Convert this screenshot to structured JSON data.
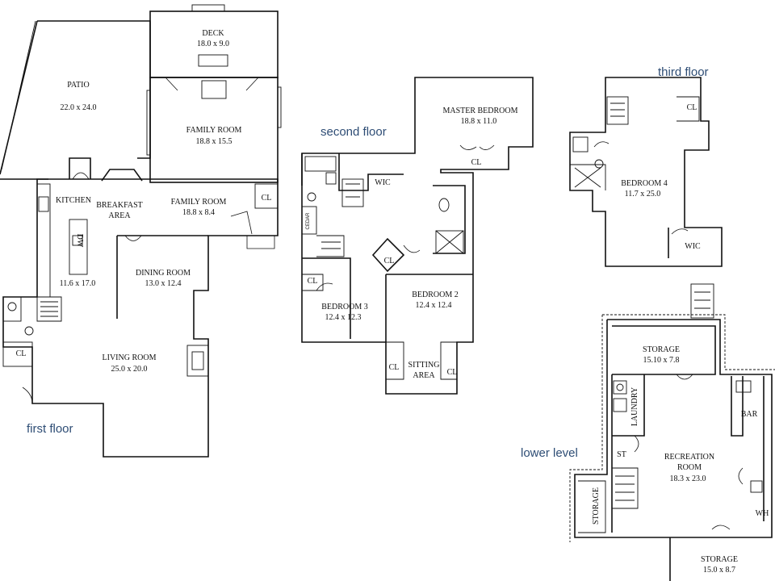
{
  "floors": {
    "first": "first floor",
    "second": "second floor",
    "third": "third floor",
    "lower": "lower level"
  },
  "rooms": {
    "deck": {
      "name": "DECK",
      "dims": "18.0 x 9.0"
    },
    "patio": {
      "name": "PATIO",
      "dims": "22.0 x 24.0"
    },
    "family_room_upper": {
      "name": "FAMILY ROOM",
      "dims": "18.8 x 15.5"
    },
    "kitchen": {
      "name": "KITCHEN",
      "dims": "11.6 x 17.0"
    },
    "breakfast": {
      "name1": "BREAKFAST",
      "name2": "AREA"
    },
    "family_room_lower": {
      "name": "FAMILY ROOM",
      "dims": "18.8 x 8.4"
    },
    "dining_room": {
      "name": "DINING ROOM",
      "dims": "13.0 x 12.4"
    },
    "living_room": {
      "name": "LIVING ROOM",
      "dims": "25.0 x 20.0"
    },
    "master_bedroom": {
      "name": "MASTER BEDROOM",
      "dims": "18.8 x 11.0"
    },
    "bedroom2": {
      "name": "BEDROOM 2",
      "dims": "12.4 x 12.4"
    },
    "bedroom3": {
      "name": "BEDROOM 3",
      "dims": "12.4 x 12.3"
    },
    "sitting_area": {
      "name1": "SITTING",
      "name2": "AREA"
    },
    "bedroom4": {
      "name": "BEDROOM 4",
      "dims": "11.7 x 25.0"
    },
    "storage_top": {
      "name": "STORAGE",
      "dims": "15.10 x 7.8"
    },
    "recreation_room": {
      "name1": "RECREATION",
      "name2": "ROOM",
      "dims": "18.3 x 23.0"
    },
    "storage_bottom": {
      "name": "STORAGE",
      "dims": "15.0 x 8.7"
    }
  },
  "labels": {
    "cl": "CL",
    "wic": "WIC",
    "cedar": "CEDAR",
    "dw": "DW",
    "laundry": "LAUNDRY",
    "storage": "STORAGE",
    "st": "ST",
    "bar": "BAR",
    "wh": "WH"
  }
}
